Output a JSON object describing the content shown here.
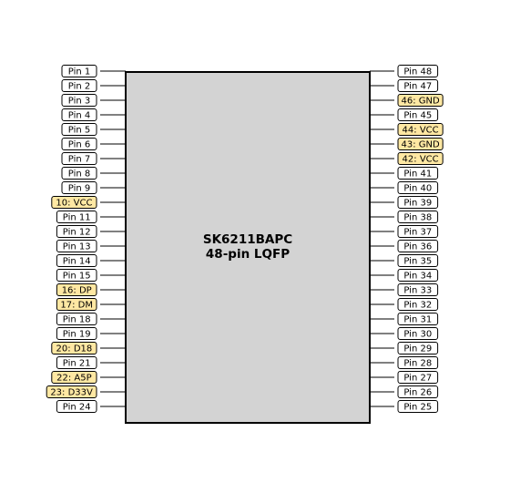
{
  "chip": {
    "name": "SK6211BAPC",
    "package": "48-pin LQFP"
  },
  "colors": {
    "body_fill": "#d3d3d3",
    "body_stroke": "#000000",
    "label_default": "#ffffff",
    "label_highlight": "#ffe8a3"
  },
  "left_pins": [
    {
      "label": "Pin 1",
      "highlight": false
    },
    {
      "label": "Pin 2",
      "highlight": false
    },
    {
      "label": "Pin 3",
      "highlight": false
    },
    {
      "label": "Pin 4",
      "highlight": false
    },
    {
      "label": "Pin 5",
      "highlight": false
    },
    {
      "label": "Pin 6",
      "highlight": false
    },
    {
      "label": "Pin 7",
      "highlight": false
    },
    {
      "label": "Pin 8",
      "highlight": false
    },
    {
      "label": "Pin 9",
      "highlight": false
    },
    {
      "label": "10: VCC",
      "highlight": true
    },
    {
      "label": "Pin 11",
      "highlight": false
    },
    {
      "label": "Pin 12",
      "highlight": false
    },
    {
      "label": "Pin 13",
      "highlight": false
    },
    {
      "label": "Pin 14",
      "highlight": false
    },
    {
      "label": "Pin 15",
      "highlight": false
    },
    {
      "label": "16: DP",
      "highlight": true
    },
    {
      "label": "17: DM",
      "highlight": true
    },
    {
      "label": "Pin 18",
      "highlight": false
    },
    {
      "label": "Pin 19",
      "highlight": false
    },
    {
      "label": "20: D18",
      "highlight": true
    },
    {
      "label": "Pin 21",
      "highlight": false
    },
    {
      "label": "22: A5P",
      "highlight": true
    },
    {
      "label": "23: D33V",
      "highlight": true
    },
    {
      "label": "Pin 24",
      "highlight": false
    }
  ],
  "right_pins": [
    {
      "label": "Pin 48",
      "highlight": false
    },
    {
      "label": "Pin 47",
      "highlight": false
    },
    {
      "label": "46: GND",
      "highlight": true
    },
    {
      "label": "Pin 45",
      "highlight": false
    },
    {
      "label": "44: VCC",
      "highlight": true
    },
    {
      "label": "43: GND",
      "highlight": true
    },
    {
      "label": "42: VCC",
      "highlight": true
    },
    {
      "label": "Pin 41",
      "highlight": false
    },
    {
      "label": "Pin 40",
      "highlight": false
    },
    {
      "label": "Pin 39",
      "highlight": false
    },
    {
      "label": "Pin 38",
      "highlight": false
    },
    {
      "label": "Pin 37",
      "highlight": false
    },
    {
      "label": "Pin 36",
      "highlight": false
    },
    {
      "label": "Pin 35",
      "highlight": false
    },
    {
      "label": "Pin 34",
      "highlight": false
    },
    {
      "label": "Pin 33",
      "highlight": false
    },
    {
      "label": "Pin 32",
      "highlight": false
    },
    {
      "label": "Pin 31",
      "highlight": false
    },
    {
      "label": "Pin 30",
      "highlight": false
    },
    {
      "label": "Pin 29",
      "highlight": false
    },
    {
      "label": "Pin 28",
      "highlight": false
    },
    {
      "label": "Pin 27",
      "highlight": false
    },
    {
      "label": "Pin 26",
      "highlight": false
    },
    {
      "label": "Pin 25",
      "highlight": false
    }
  ]
}
